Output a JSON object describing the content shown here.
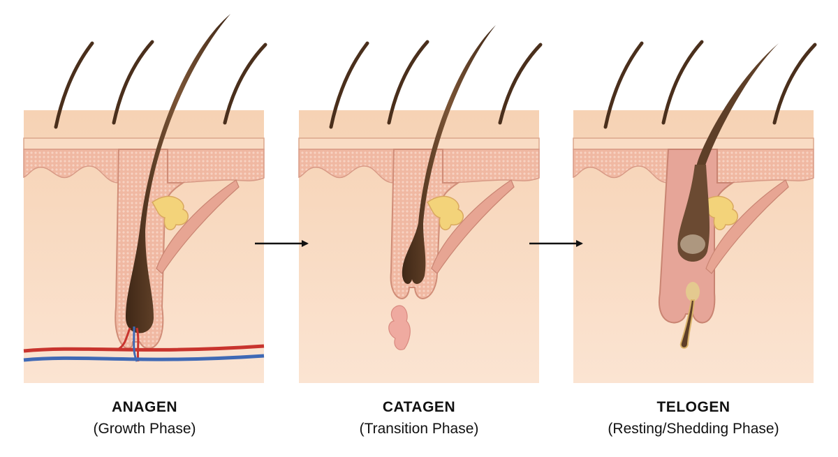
{
  "phases": [
    {
      "title": "ANAGEN",
      "subtitle": "(Growth Phase)"
    },
    {
      "title": "CATAGEN",
      "subtitle": "(Transition Phase)"
    },
    {
      "title": "TELOGEN",
      "subtitle": "(Resting/Shedding Phase)"
    }
  ],
  "colors": {
    "skin": "#f7d6bb",
    "epidermis": "#f0b7a2",
    "hair": "#5e3f28",
    "gland": "#f3d37a",
    "artery": "#c8342e",
    "vein": "#3f69b5"
  }
}
